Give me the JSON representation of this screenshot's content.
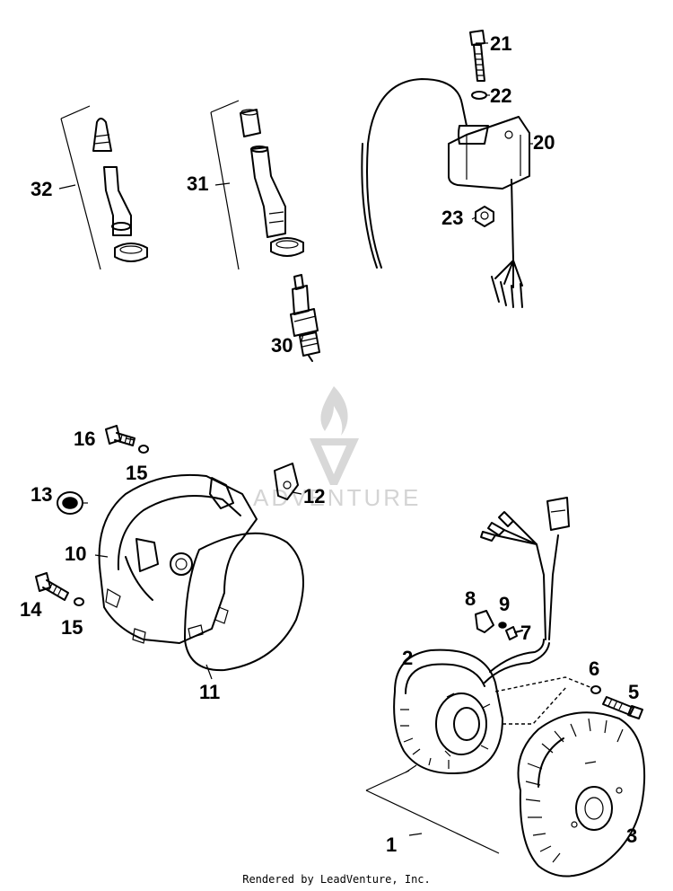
{
  "callouts": [
    "21",
    "22",
    "20",
    "23",
    "32",
    "31",
    "30",
    "16",
    "15",
    "13",
    "12",
    "10",
    "14",
    "15",
    "11",
    "8",
    "9",
    "7",
    "2",
    "6",
    "5",
    "1",
    "3"
  ],
  "watermark": "ADVENTURE",
  "footer": "Rendered by LeadVenture, Inc."
}
